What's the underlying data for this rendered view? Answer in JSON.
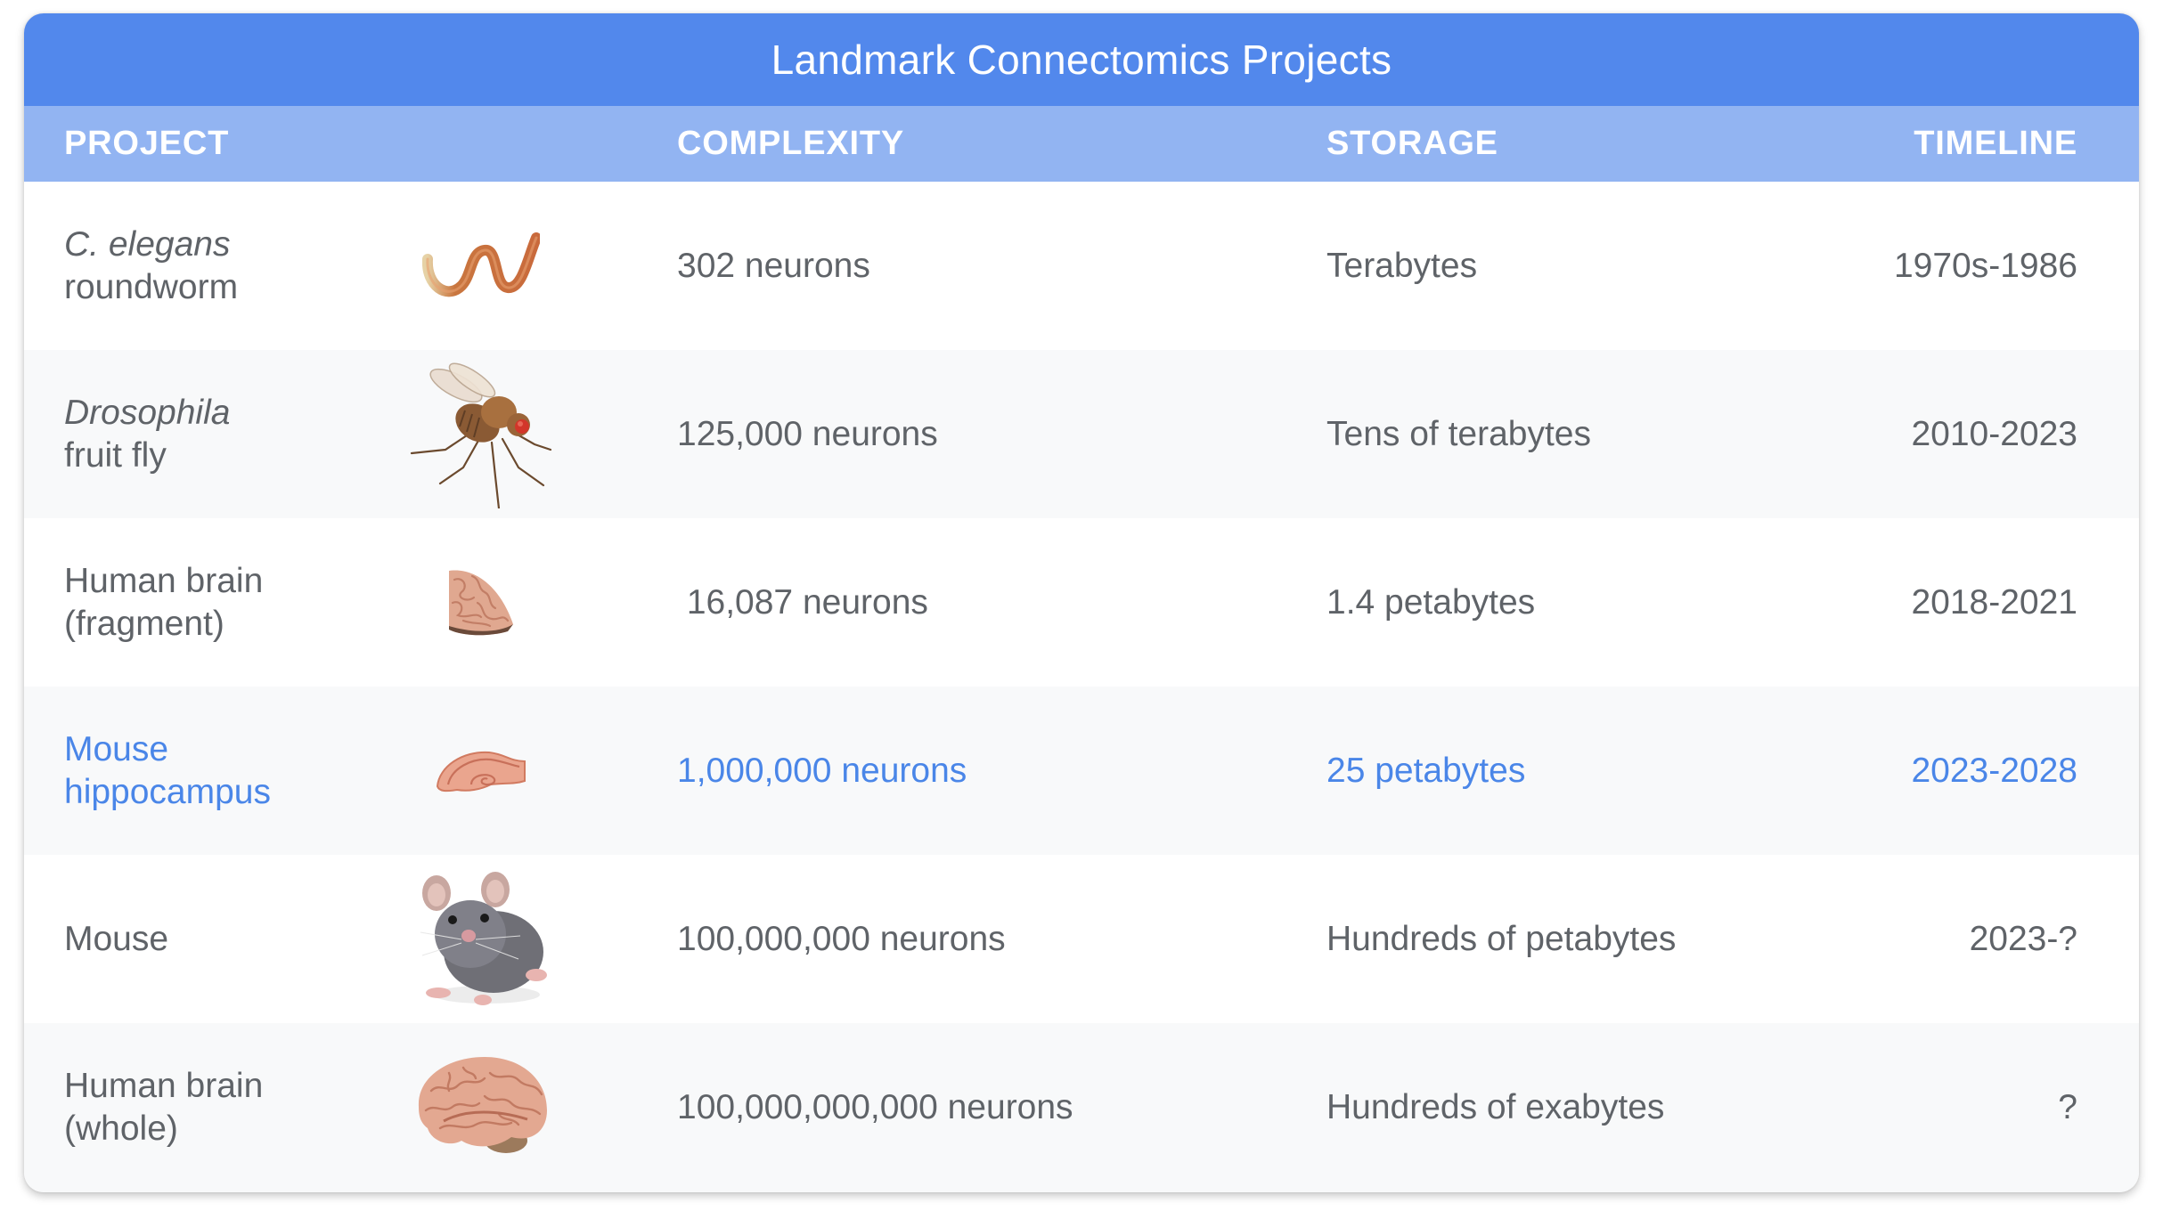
{
  "title": "Landmark Connectomics Projects",
  "colors": {
    "title_bar": "#5288ec",
    "header_bar": "#92b4f2",
    "text": "#5f6368",
    "highlight": "#4a86e8",
    "alt_row": "#f8f9fa"
  },
  "columns": {
    "project": "PROJECT",
    "complexity": "COMPLEXITY",
    "storage": "STORAGE",
    "timeline": "TIMELINE"
  },
  "rows": [
    {
      "project_line1": "C. elegans",
      "project_line2": "roundworm",
      "line1_italic": true,
      "image": "roundworm-image",
      "complexity": "302 neurons",
      "storage": "Terabytes",
      "timeline": "1970s-1986",
      "highlight": false
    },
    {
      "project_line1": "Drosophila",
      "project_line2": "fruit fly",
      "line1_italic": true,
      "image": "fruit-fly-image",
      "complexity": "125,000 neurons",
      "storage": "Tens of terabytes",
      "timeline": "2010-2023",
      "highlight": false
    },
    {
      "project_line1": "Human brain",
      "project_line2": "(fragment)",
      "line1_italic": false,
      "image": "brain-fragment-image",
      "complexity": " 16,087 neurons",
      "storage": "1.4 petabytes",
      "timeline": "2018-2021",
      "highlight": false
    },
    {
      "project_line1": "Mouse",
      "project_line2": "hippocampus",
      "line1_italic": false,
      "image": "hippocampus-image",
      "complexity": "1,000,000 neurons",
      "storage": "25 petabytes",
      "timeline": "2023-2028",
      "highlight": true
    },
    {
      "project_line1": "Mouse",
      "project_line2": "",
      "line1_italic": false,
      "image": "mouse-image",
      "complexity": "100,000,000 neurons",
      "storage": "Hundreds of petabytes",
      "timeline": "2023-?",
      "highlight": false
    },
    {
      "project_line1": "Human brain",
      "project_line2": "(whole)",
      "line1_italic": false,
      "image": "human-brain-image",
      "complexity": "100,000,000,000 neurons",
      "storage": "Hundreds of exabytes",
      "timeline": "?",
      "highlight": false
    }
  ]
}
